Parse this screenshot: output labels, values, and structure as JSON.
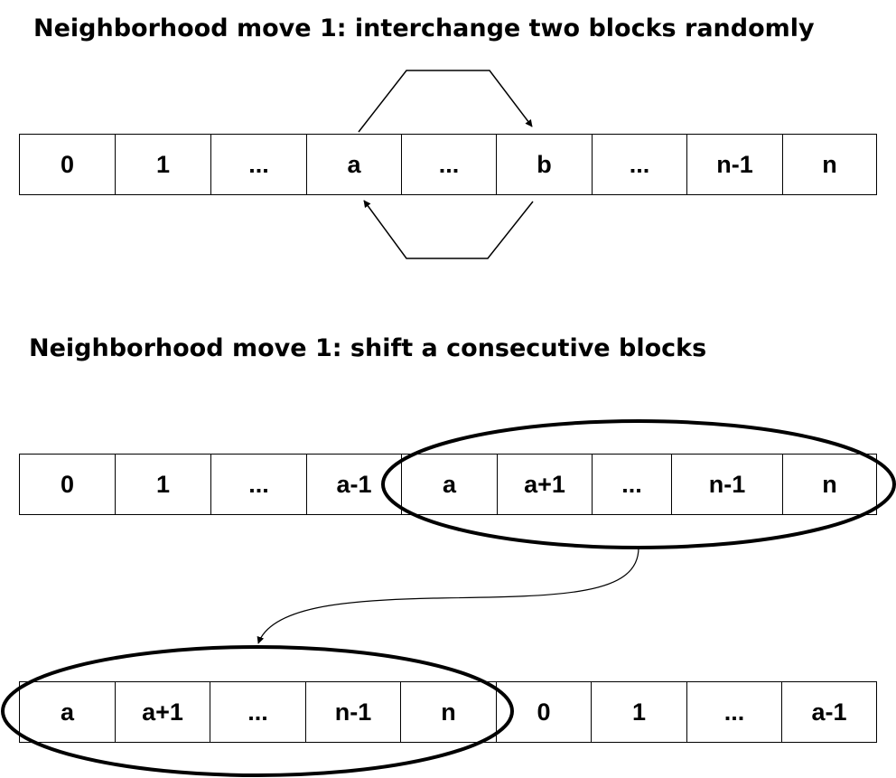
{
  "headings": {
    "interchange": "Neighborhood move 1: interchange two blocks randomly",
    "shift": "Neighborhood move 1: shift a consecutive blocks"
  },
  "rows": {
    "interchange": [
      "0",
      "1",
      "...",
      "a",
      "...",
      "b",
      "...",
      "n-1",
      "n"
    ],
    "shift_before": [
      "0",
      "1",
      "...",
      "a-1",
      "a",
      "a+1",
      "...",
      "n-1",
      "n"
    ],
    "shift_after": [
      "a",
      "a+1",
      "...",
      "n-1",
      "n",
      "0",
      "1",
      "...",
      "a-1"
    ]
  }
}
